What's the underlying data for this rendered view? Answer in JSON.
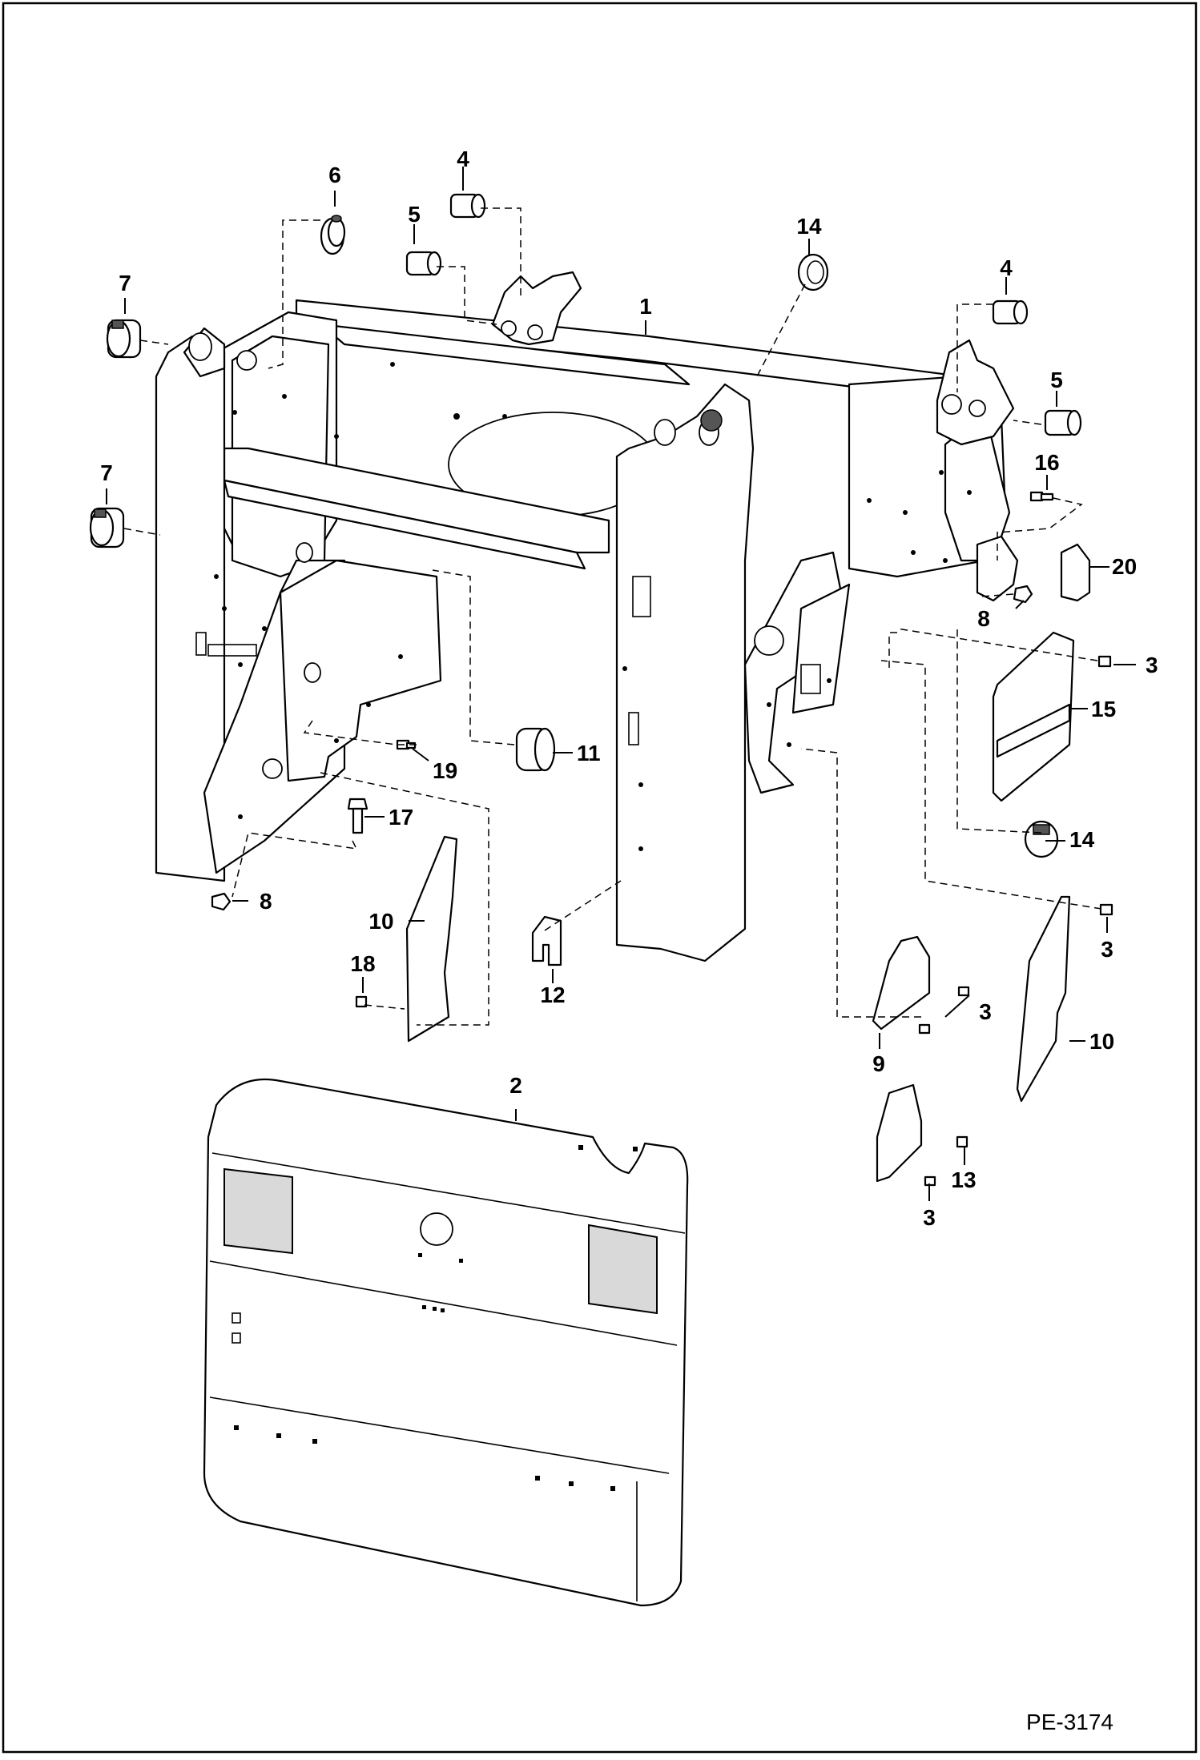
{
  "diagram": {
    "reference": "PE-3174",
    "callouts": {
      "c1": "1",
      "c2": "2",
      "c3a": "3",
      "c3b": "3",
      "c3c": "3",
      "c3d": "3",
      "c4a": "4",
      "c4b": "4",
      "c5a": "5",
      "c5b": "5",
      "c6": "6",
      "c7a": "7",
      "c7b": "7",
      "c8a": "8",
      "c8b": "8",
      "c9": "9",
      "c10a": "10",
      "c10b": "10",
      "c11": "11",
      "c12": "12",
      "c13": "13",
      "c14a": "14",
      "c14b": "14",
      "c15": "15",
      "c16": "16",
      "c17": "17",
      "c18": "18",
      "c19": "19",
      "c20": "20"
    }
  }
}
